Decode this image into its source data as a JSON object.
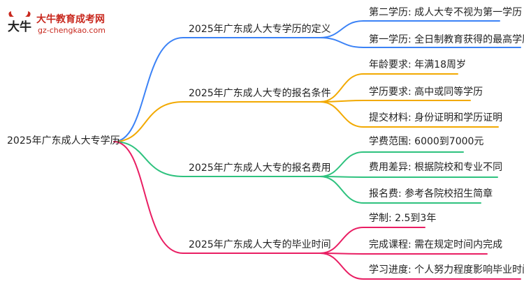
{
  "logo": {
    "name": "大牛教育成考网",
    "url": "gz-chengkao.com",
    "mark_text": "大牛"
  },
  "colors": {
    "branch_1": "#3b82f6",
    "branch_2": "#f2a900",
    "branch_3": "#2ec27e",
    "branch_4": "#e91e63",
    "logo_red": "#c8281e"
  },
  "root": {
    "label": "2025年广东成人大专学历"
  },
  "branches": [
    {
      "label": "2025年广东成人大专学历的定义",
      "color": "#3b82f6",
      "leaves": [
        "第二学历: 成人大专不视为第一学历",
        "第一学历: 全日制教育获得的最高学历"
      ]
    },
    {
      "label": "2025年广东成人大专的报名条件",
      "color": "#f2a900",
      "leaves": [
        "年龄要求: 年满18周岁",
        "学历要求: 高中或同等学历",
        "提交材料: 身份证明和学历证明"
      ]
    },
    {
      "label": "2025年广东成人大专的报名费用",
      "color": "#2ec27e",
      "leaves": [
        "学费范围: 6000到7000元",
        "费用差异: 根据院校和专业不同",
        "报名费: 参考各院校招生简章"
      ]
    },
    {
      "label": "2025年广东成人大专的毕业时间",
      "color": "#e91e63",
      "leaves": [
        "学制: 2.5到3年",
        "完成课程: 需在规定时间内完成",
        "学习进度: 个人努力程度影响毕业时间"
      ]
    }
  ]
}
